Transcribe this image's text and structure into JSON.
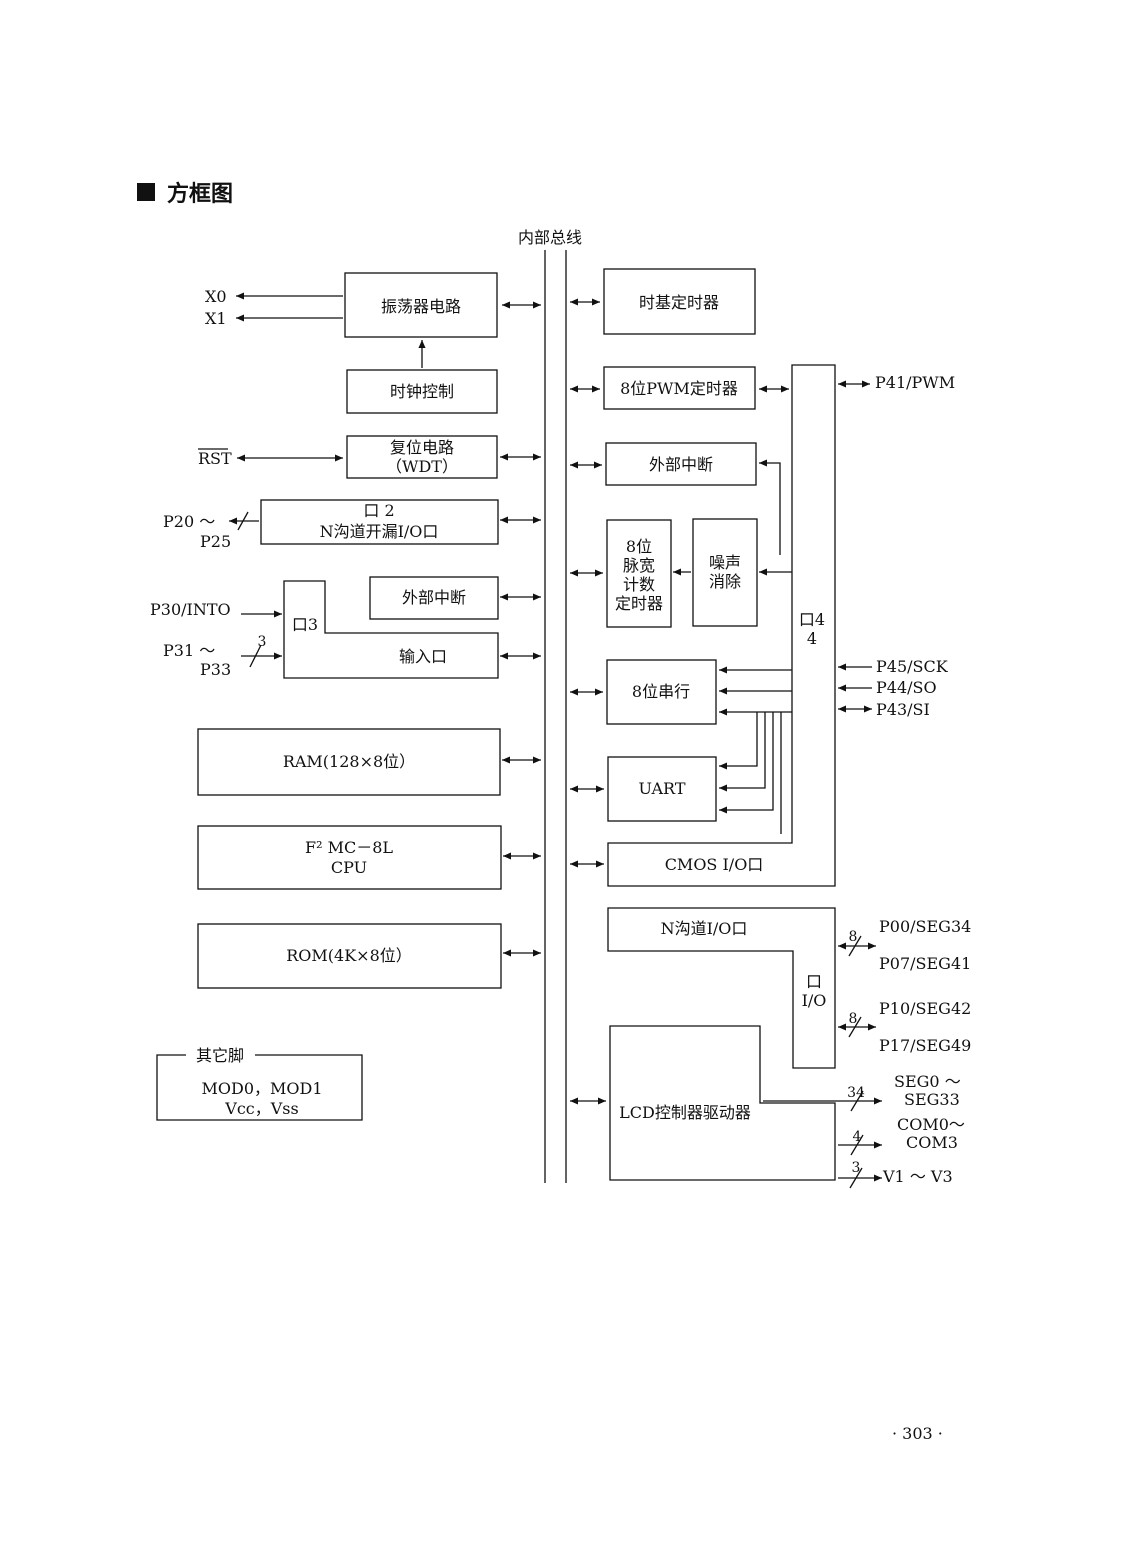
{
  "heading": "方框图",
  "page_number": "· 303 ·",
  "bus_label": "内部总线",
  "blocks": {
    "oscillator": "振荡器电路",
    "clock_control": "时钟控制",
    "reset": [
      "复位电路",
      "（WDT）"
    ],
    "port2": [
      "口  2",
      "N沟道开漏I/O口"
    ],
    "ext_int_left": "外部中断",
    "port3": "口3",
    "input_port": "输入口",
    "ram": "RAM(128×8位）",
    "cpu": [
      "F² MC－8L",
      "CPU"
    ],
    "rom": "ROM(4K×8位）",
    "other_pins_title": "其它脚",
    "other_pins": [
      "MOD0，MOD1",
      "Vcc，Vss"
    ],
    "timebase": "时基定时器",
    "pwm": "8位PWM定时器",
    "ext_int_right": "外部中断",
    "pulse_counter": [
      "8位",
      "脉宽",
      "计数",
      "定时器"
    ],
    "noise": [
      "噪声",
      "消除"
    ],
    "serial": "8位串行",
    "uart": "UART",
    "cmos_io": "CMOS I/O口",
    "port4": [
      "口4",
      "4"
    ],
    "nch_io": "N沟道I/O口",
    "port_io": [
      "口",
      "I/O"
    ],
    "lcd": "LCD控制器驱动器"
  },
  "pins": {
    "x0": "X0",
    "x1": "X1",
    "rst": "RST",
    "p20": "P20 ～",
    "p25": "P25",
    "p30": "P30/INTO",
    "p31": "P31 ～",
    "p33": "P33",
    "p41": "P41/PWM",
    "p45": "P45/SCK",
    "p44": "P44/SO",
    "p43": "P43/SI",
    "p00": "P00/SEG34",
    "p07": "P07/SEG41",
    "p10": "P10/SEG42",
    "p17": "P17/SEG49",
    "seg_a": "SEG0 ～",
    "seg_b": "SEG33",
    "com_a": "COM0～",
    "com_b": "COM3",
    "v": "V1 ～  V3"
  },
  "bus_widths": {
    "port3_in": "3",
    "p0": "8",
    "p1": "8",
    "seg": "34",
    "com": "4",
    "v": "3"
  }
}
